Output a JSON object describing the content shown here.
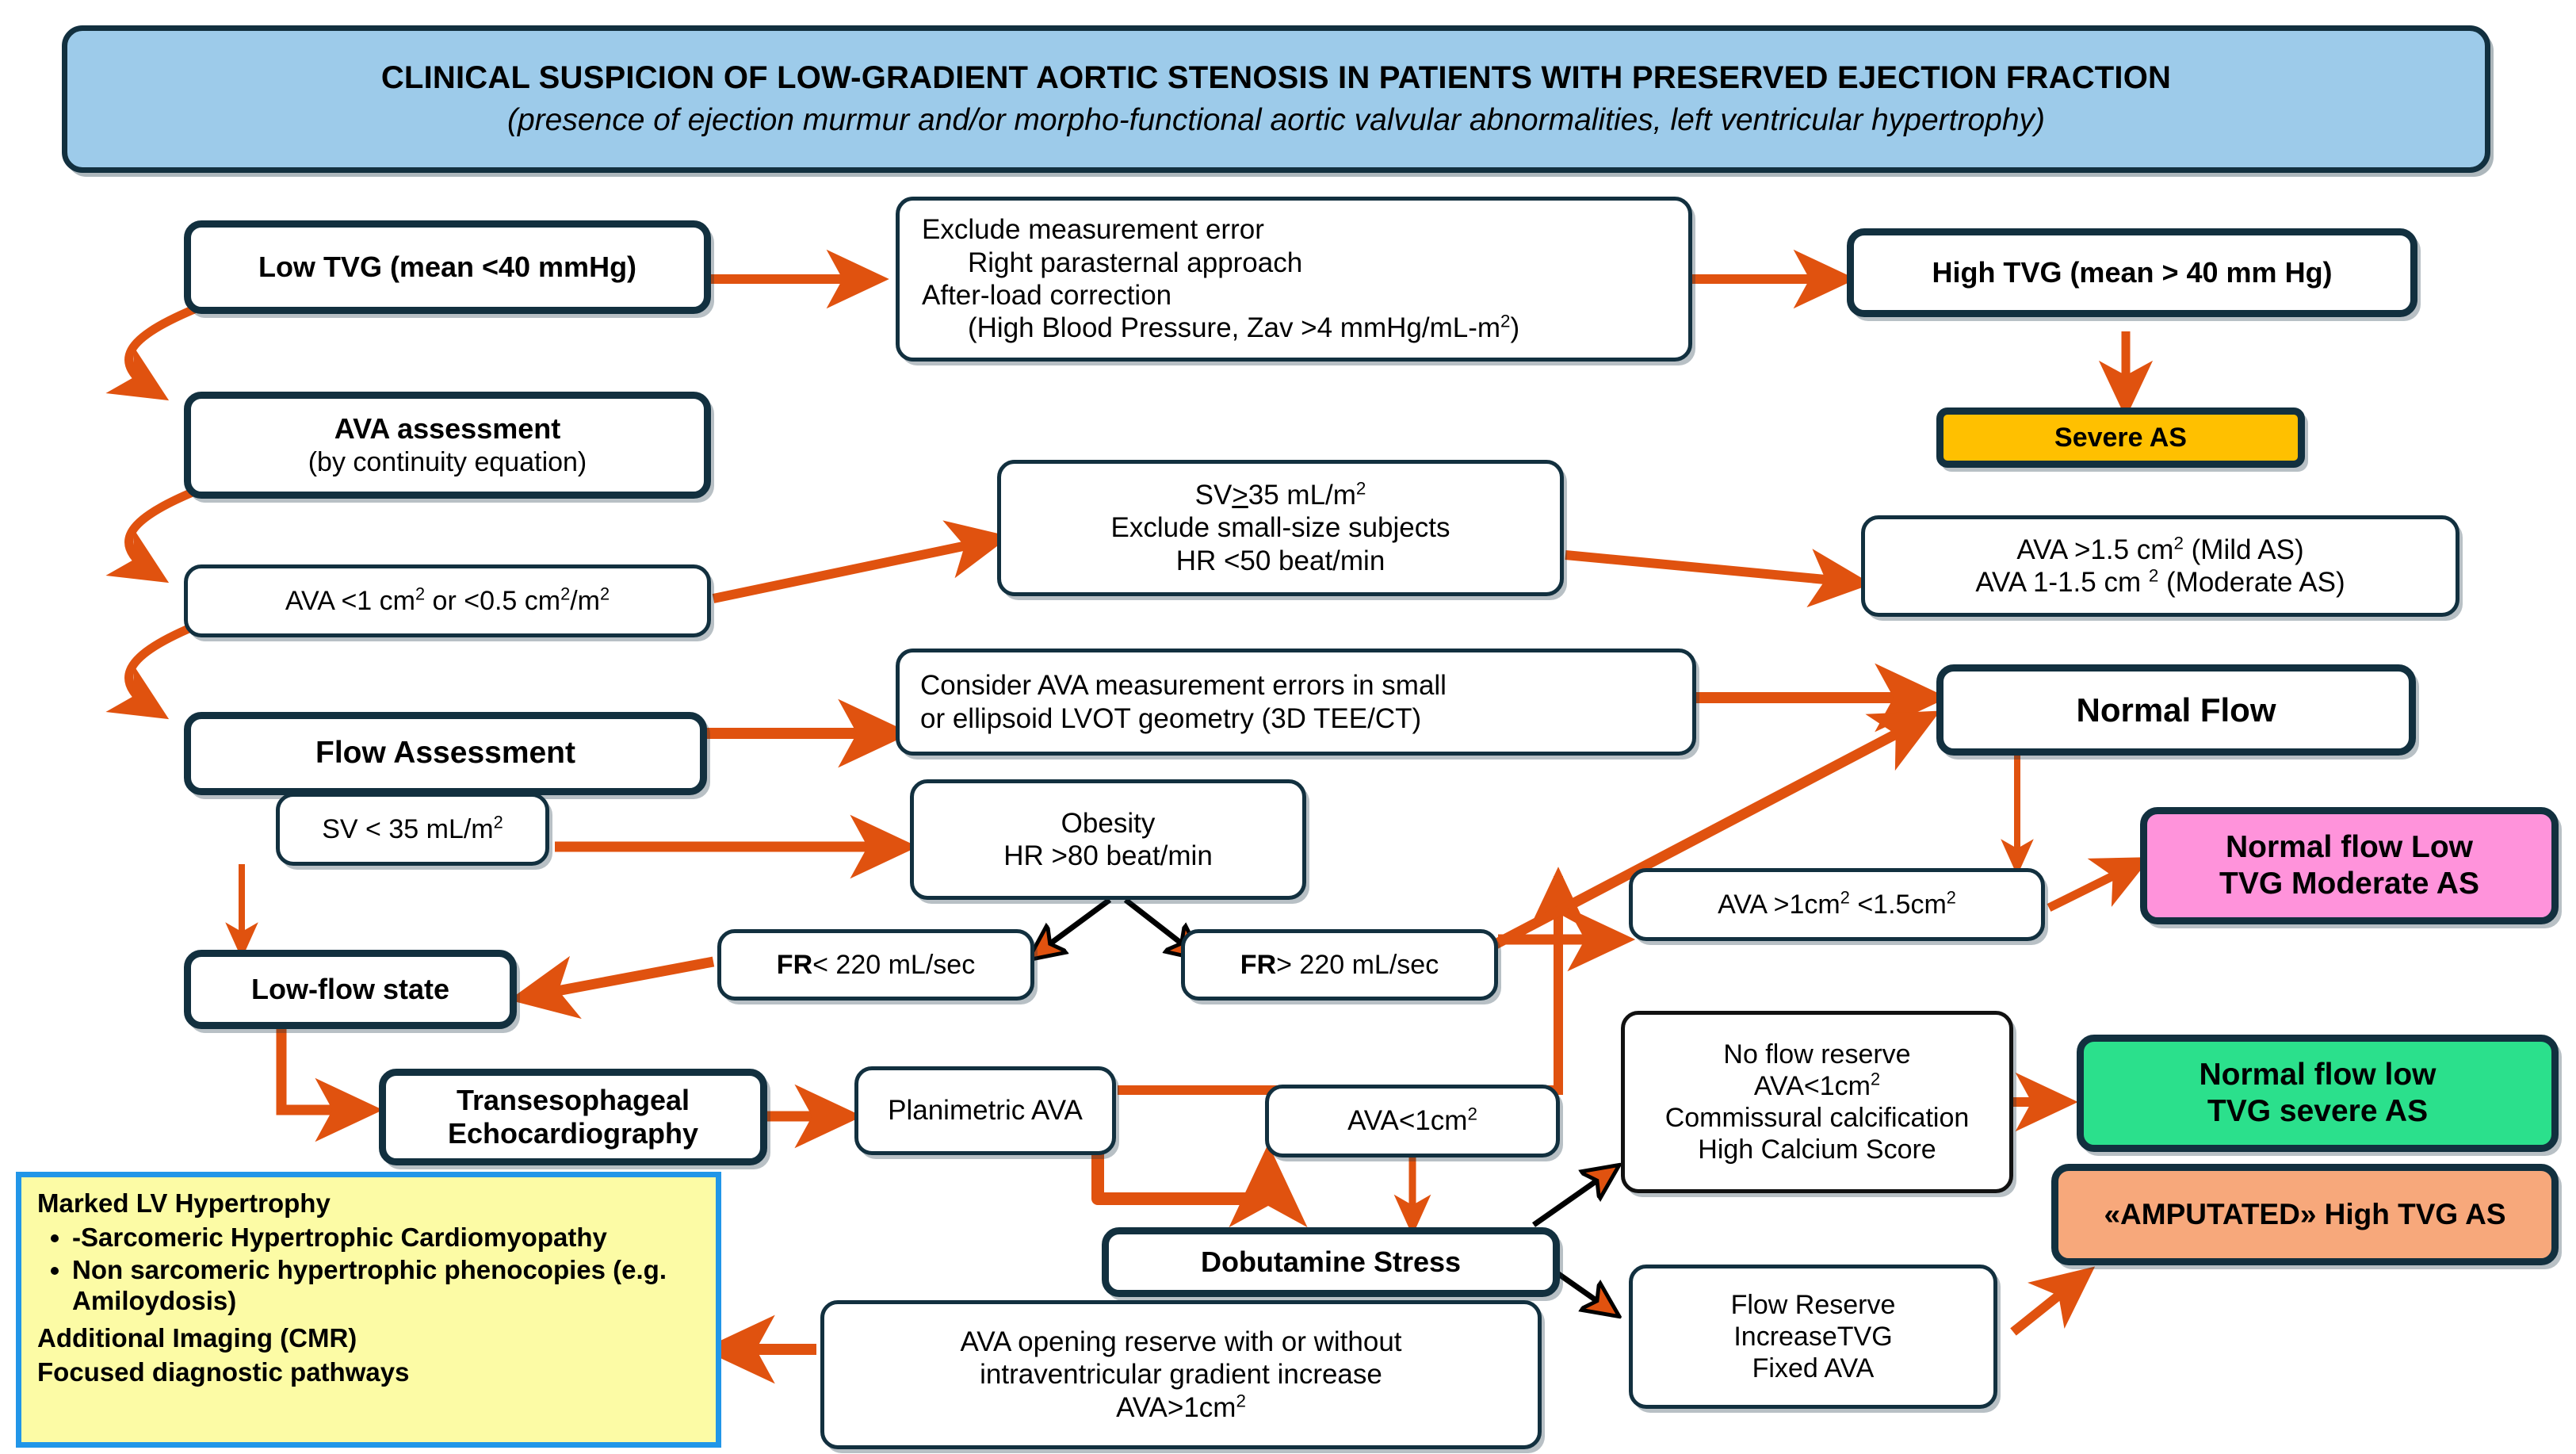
{
  "header": {
    "line1": "CLINICAL SUSPICION OF LOW-GRADIENT AORTIC STENOSIS IN PATIENTS WITH PRESERVED EJECTION FRACTION",
    "line2": "(presence of ejection murmur and/or morpho-functional aortic valvular abnormalities, left ventricular hypertrophy)",
    "fill": "#9DCBEA",
    "border": "#12303f"
  },
  "nodes": {
    "low_tvg": "Low TVG (mean <40 mmHg)",
    "ava_assessment_l1": "AVA assessment",
    "ava_assessment_l2": "(by continuity equation)",
    "ava_small": "AVA <1 cm2 or <0.5 cm2/m2",
    "flow_assessment": "Flow Assessment",
    "sv_low": "SV < 35 mL/m2",
    "low_flow_state": "Low-flow state",
    "tee_l1": "Transesophageal",
    "tee_l2": "Echocardiography",
    "exclude_l1": "Exclude measurement error",
    "exclude_l2": "Right parasternal approach",
    "exclude_l3": "After-load correction",
    "exclude_l4": "(High Blood Pressure, Zav >4 mmHg/mL-m2)",
    "sv_high_l1": "SV>35 mL/m2",
    "sv_high_l2": "Exclude  small-size subjects",
    "sv_high_l3": "HR <50 beat/min",
    "consider_l1": "Consider AVA measurement errors in small",
    "consider_l2": "or ellipsoid LVOT geometry (3D TEE/CT)",
    "obesity_l1": "Obesity",
    "obesity_l2": "HR >80 beat/min",
    "fr_low_b": "FR",
    "fr_low_t": "< 220 mL/sec",
    "fr_high_b": "FR",
    "fr_high_t": "> 220 mL/sec",
    "planimetric": "Planimetric AVA",
    "ava_lt1": "AVA<1cm2",
    "dobutamine": "Dobutamine Stress",
    "opening_l1": "AVA opening reserve with or without",
    "opening_l2": "intraventricular gradient increase",
    "opening_l3": "AVA>1cm2",
    "high_tvg": "High TVG (mean > 40 mm Hg)",
    "severe_as": "Severe AS",
    "mild_mod_l1": "AVA >1.5 cm2 (Mild AS)",
    "mild_mod_l2": "AVA 1-1.5 cm 2 (Moderate AS)",
    "normal_flow": "Normal Flow",
    "ava_range": "AVA >1cm2 <1.5cm2",
    "no_reserve_l1": "No flow reserve",
    "no_reserve_l2": "AVA<1cm2",
    "no_reserve_l3": "Commissural calcification",
    "no_reserve_l4": "High Calcium Score",
    "reserve_l1": "Flow Reserve",
    "reserve_l2": "IncreaseTVG",
    "reserve_l3": "Fixed AVA",
    "result_pink_l1": "Normal flow Low",
    "result_pink_l2": "TVG Moderate AS",
    "result_green_l1": "Normal flow low",
    "result_green_l2": "TVG severe AS",
    "result_salmon": "«AMPUTATED» High TVG AS"
  },
  "legend_box": {
    "title": "Marked LV Hypertrophy",
    "bullets": [
      "-Sarcomeric Hypertrophic Cardiomyopathy",
      "Non sarcomeric hypertrophic phenocopies (e.g. Amiloydosis)"
    ],
    "line_a": "Additional Imaging (CMR)",
    "line_b": "Focused diagnostic pathways",
    "fill": "#FCFBA5",
    "border": "#2196E8"
  },
  "palette": {
    "arrow_orange": "#E0520F",
    "node_border": "#12303f",
    "severe_as_fill": "#FFC000",
    "moderate_fill": "#FF93DB",
    "severe_green_fill": "#2BE08C",
    "amputated_fill": "#F7A87B"
  }
}
